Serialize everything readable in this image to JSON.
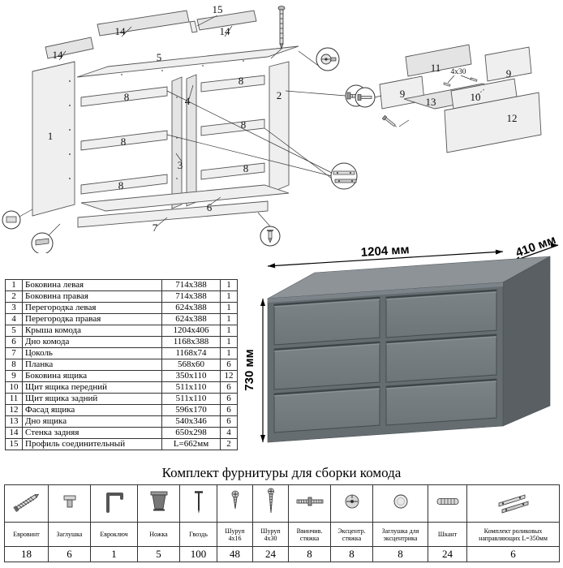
{
  "diagram": {
    "main_labels": [
      "15",
      "14",
      "14",
      "14",
      "5",
      "1",
      "8",
      "4",
      "8",
      "8",
      "3",
      "8",
      "8",
      "8",
      "2",
      "6",
      "7"
    ],
    "drawer_labels": [
      "11",
      "4x30",
      "9",
      "9",
      "13",
      "10",
      "12"
    ]
  },
  "dimensions": {
    "width": "1204 мм",
    "depth": "410 мм",
    "height": "730 мм"
  },
  "parts_table": {
    "rows": [
      {
        "num": "1",
        "name": "Боковина левая",
        "size": "714x388",
        "qty": "1"
      },
      {
        "num": "2",
        "name": "Боковина правая",
        "size": "714x388",
        "qty": "1"
      },
      {
        "num": "3",
        "name": "Перегородка левая",
        "size": "624x388",
        "qty": "1"
      },
      {
        "num": "4",
        "name": "Перегородка правая",
        "size": "624x388",
        "qty": "1"
      },
      {
        "num": "5",
        "name": "Крыша комода",
        "size": "1204x406",
        "qty": "1"
      },
      {
        "num": "6",
        "name": "Дно комода",
        "size": "1168x388",
        "qty": "1"
      },
      {
        "num": "7",
        "name": "Цоколь",
        "size": "1168x74",
        "qty": "1"
      },
      {
        "num": "8",
        "name": "Планка",
        "size": "568x60",
        "qty": "6"
      },
      {
        "num": "9",
        "name": "Боковина ящика",
        "size": "350x110",
        "qty": "12"
      },
      {
        "num": "10",
        "name": "Щит ящика передний",
        "size": "511x110",
        "qty": "6"
      },
      {
        "num": "11",
        "name": "Щит ящика задний",
        "size": "511x110",
        "qty": "6"
      },
      {
        "num": "12",
        "name": "Фасад ящика",
        "size": "596x170",
        "qty": "6"
      },
      {
        "num": "13",
        "name": "Дно ящика",
        "size": "540x346",
        "qty": "6"
      },
      {
        "num": "14",
        "name": "Стенка задняя",
        "size": "650x298",
        "qty": "4"
      },
      {
        "num": "15",
        "name": "Профиль соединительный",
        "size": "L=662мм",
        "qty": "2"
      }
    ]
  },
  "hardware": {
    "title": "Комплект фурнитуры для сборки комода",
    "items": [
      {
        "name": "euro-screw",
        "label": "Евровинт",
        "qty": "18"
      },
      {
        "name": "cap",
        "label": "Заглушка",
        "qty": "6"
      },
      {
        "name": "euro-key",
        "label": "Евроключ",
        "qty": "1"
      },
      {
        "name": "leg",
        "label": "Ножка",
        "qty": "5"
      },
      {
        "name": "nail",
        "label": "Гвоздь",
        "qty": "100"
      },
      {
        "name": "screw-4x16",
        "label": "Шуруп 4x16",
        "qty": "48"
      },
      {
        "name": "screw-4x30",
        "label": "Шуруп 4x30",
        "qty": "24"
      },
      {
        "name": "screw-in-tie",
        "label": "Ввинчив. стяжка",
        "qty": "8"
      },
      {
        "name": "eccentric-tie",
        "label": "Эксцентр. стяжка",
        "qty": "8"
      },
      {
        "name": "eccentric-cap",
        "label": "Заглушка для эксцентрика",
        "qty": "8"
      },
      {
        "name": "dowel",
        "label": "Шкант",
        "qty": "24"
      },
      {
        "name": "roller-guides",
        "label": "Комплект роликовых направляющих L=350мм",
        "qty": "6"
      }
    ]
  }
}
